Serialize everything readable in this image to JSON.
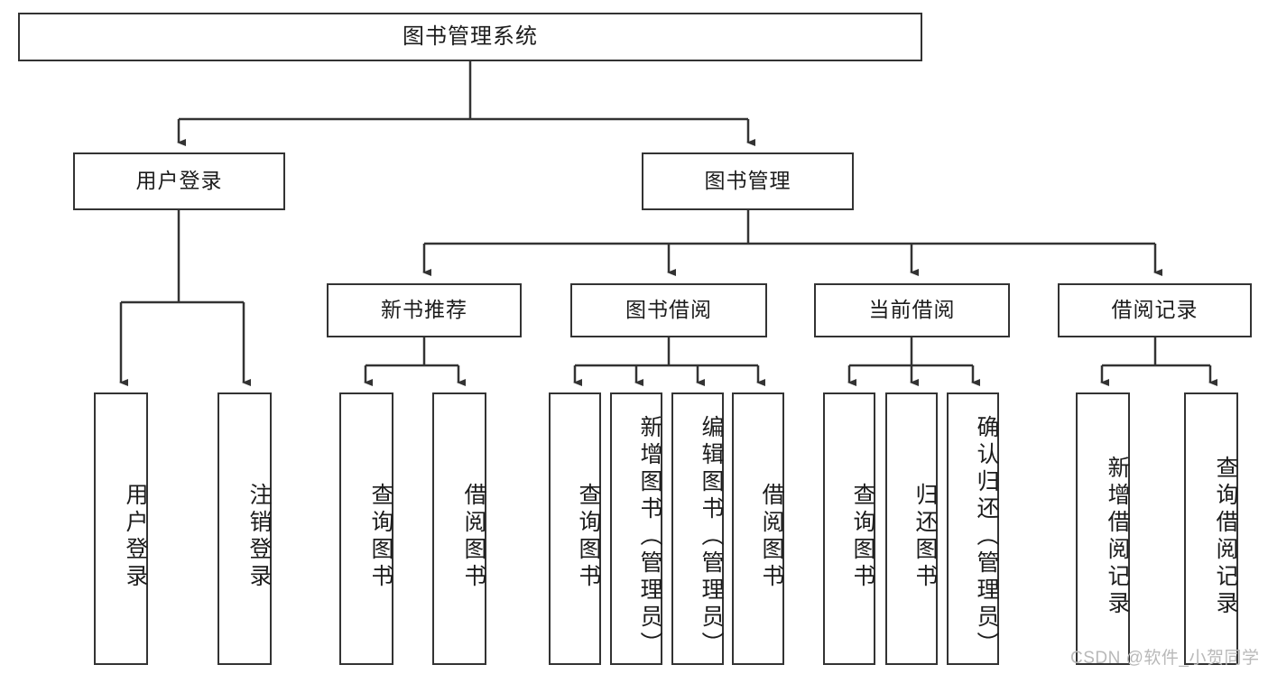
{
  "diagram": {
    "title": "图书管理系统",
    "type": "tree-hierarchy",
    "root": {
      "label": "图书管理系统",
      "orientation": "horizontal"
    },
    "level1": [
      {
        "label": "用户登录",
        "orientation": "horizontal"
      },
      {
        "label": "图书管理",
        "orientation": "horizontal"
      }
    ],
    "level2": [
      {
        "label": "新书推荐",
        "orientation": "horizontal",
        "parent": "图书管理"
      },
      {
        "label": "图书借阅",
        "orientation": "horizontal",
        "parent": "图书管理"
      },
      {
        "label": "当前借阅",
        "orientation": "horizontal",
        "parent": "图书管理"
      },
      {
        "label": "借阅记录",
        "orientation": "horizontal",
        "parent": "图书管理"
      }
    ],
    "leaves": {
      "user_login": [
        {
          "label": "用户登录",
          "orientation": "vertical"
        },
        {
          "label": "注销登录",
          "orientation": "vertical"
        }
      ],
      "new_book_recommend": [
        {
          "label": "查询图书",
          "orientation": "vertical"
        },
        {
          "label": "借阅图书",
          "orientation": "vertical"
        }
      ],
      "book_borrow": [
        {
          "label": "查询图书",
          "orientation": "vertical"
        },
        {
          "label": "新增图书（管理员）",
          "orientation": "vertical"
        },
        {
          "label": "编辑图书（管理员）",
          "orientation": "vertical"
        },
        {
          "label": "借阅图书",
          "orientation": "vertical"
        }
      ],
      "current_borrow": [
        {
          "label": "查询图书",
          "orientation": "vertical"
        },
        {
          "label": "归还图书",
          "orientation": "vertical"
        },
        {
          "label": "确认归还（管理员）",
          "orientation": "vertical"
        }
      ],
      "borrow_record": [
        {
          "label": "新增借阅记录",
          "orientation": "vertical"
        },
        {
          "label": "查询借阅记录",
          "orientation": "vertical"
        }
      ]
    },
    "watermark": "CSDN @软件_小贺同学",
    "colors": {
      "background": "#ffffff",
      "node_border": "#333333",
      "node_fill": "#ffffff",
      "text": "#1c1c1c",
      "edge": "#333333",
      "watermark": "#b9b9b9"
    }
  }
}
